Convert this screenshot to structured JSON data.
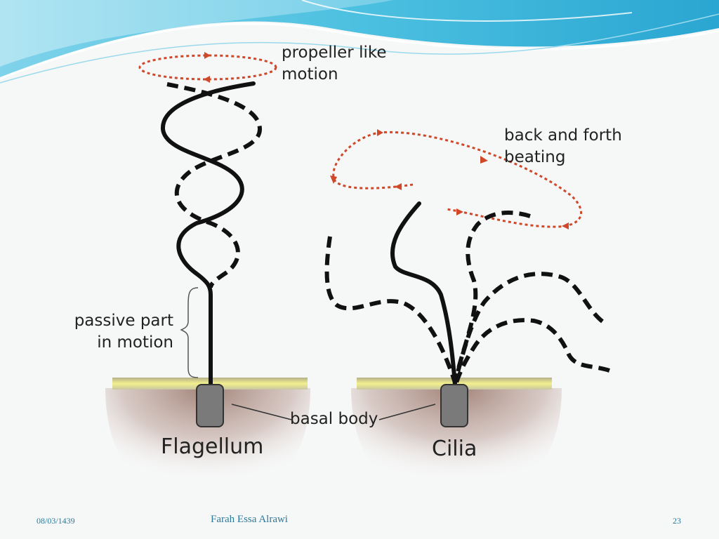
{
  "labels": {
    "propeller_l1": "propeller like",
    "propeller_l2": "motion",
    "backforth_l1": "back and forth",
    "backforth_l2": "beating",
    "passive_l1": "passive part",
    "passive_l2": "in motion",
    "basal_body": "basal body",
    "flagellum": "Flagellum",
    "cilia": "Cilia"
  },
  "footer": {
    "date": "08/03/1439",
    "author": "Farah Essa Alrawi",
    "page": "23"
  },
  "colors": {
    "accent_teal": "#3fb8d8",
    "motion_arrow": "#d0482a",
    "membrane": "#f0ee8a",
    "cell_body": "#a88a80",
    "basal_body": "#7a7a7a",
    "footer_text": "#2a7a9a"
  }
}
